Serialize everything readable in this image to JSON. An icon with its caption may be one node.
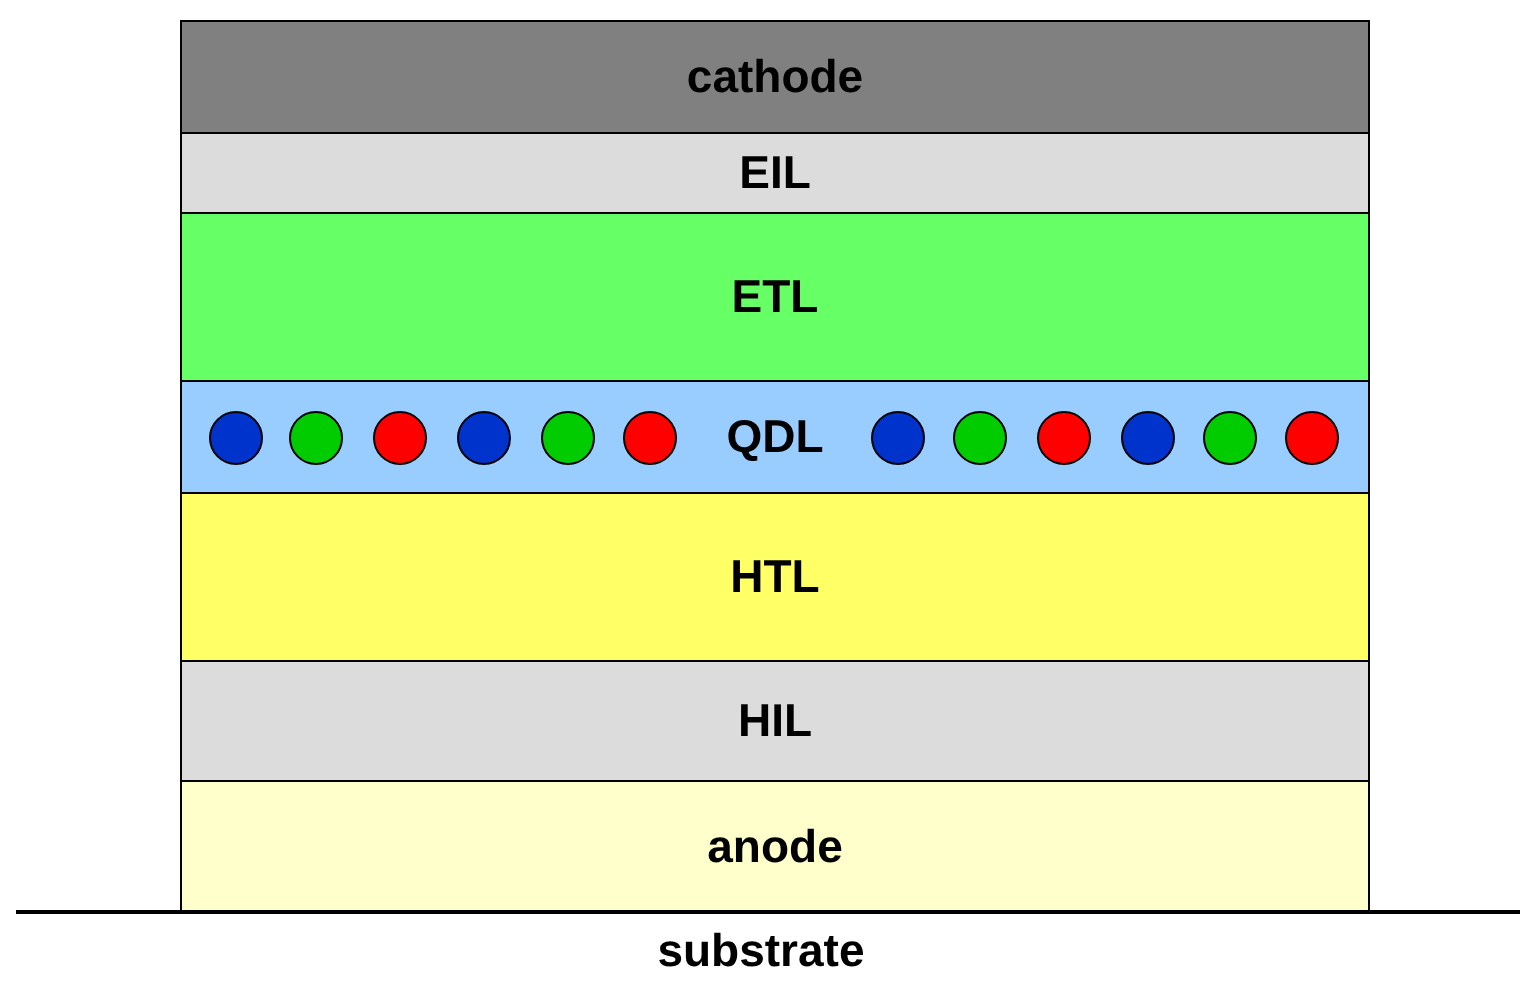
{
  "diagram": {
    "nodes": [
      {
        "text": [
          "cathode"
        ]
      },
      {
        "text": [
          "EIL"
        ]
      },
      {
        "text": [
          "ETL"
        ]
      },
      {
        "text": [
          "QDL"
        ]
      },
      {
        "text": [
          "HTL"
        ]
      },
      {
        "text": [
          "HIL"
        ]
      },
      {
        "text": [
          "anode"
        ]
      }
    ],
    "labels": [
      "substrate"
    ]
  }
}
